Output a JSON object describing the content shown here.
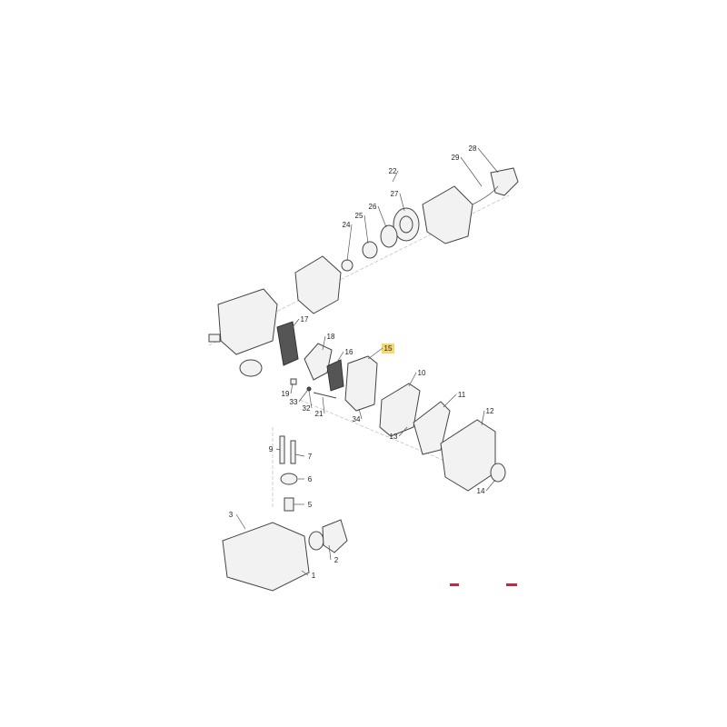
{
  "diagram": {
    "highlighted_part": "15",
    "highlight_color": "#f5d76e",
    "artifact_color": "#b0304a",
    "part_labels": [
      "28",
      "29",
      "22",
      "27",
      "26",
      "25",
      "24",
      "17",
      "18",
      "15",
      "16",
      "10",
      "11",
      "12",
      "19",
      "33",
      "32",
      "21",
      "34",
      "13",
      "9",
      "7",
      "6",
      "5",
      "14",
      "3",
      "2",
      "1"
    ]
  }
}
